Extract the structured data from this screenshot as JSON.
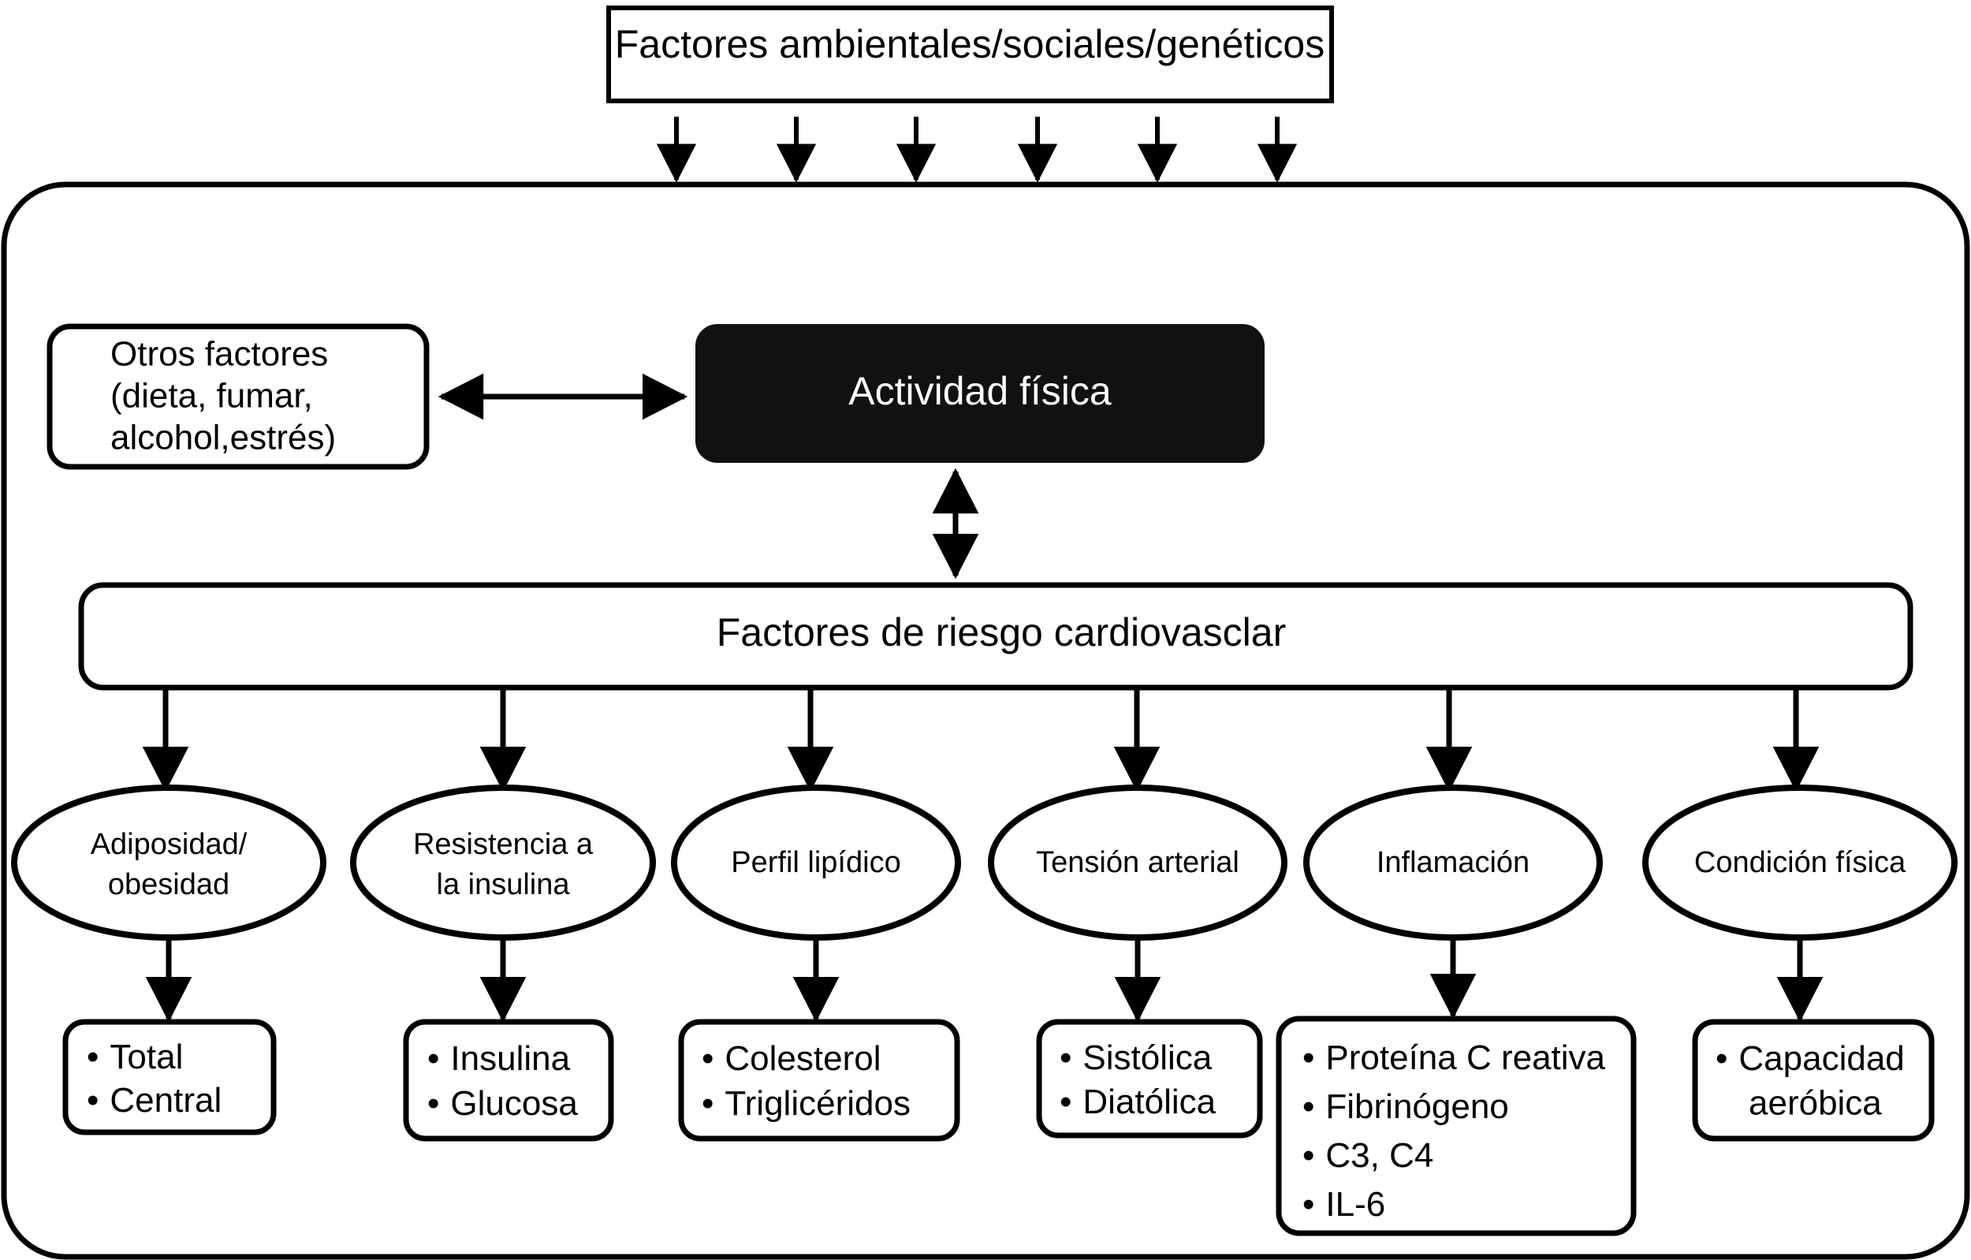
{
  "diagram": {
    "title_box": {
      "label": "Factores ambientales/sociales/genéticos"
    },
    "left_box": {
      "lines": [
        "Otros factores",
        "(dieta, fumar,",
        "alcohol,estrés)"
      ]
    },
    "activity_box": {
      "label": "Actividad física"
    },
    "risk_bar": {
      "label": "Factores de riesgo cardiovasclar"
    },
    "categories": [
      {
        "id": "adiposidad",
        "lines": [
          "Adiposidad/",
          "obesidad"
        ]
      },
      {
        "id": "resistencia-insulina",
        "lines": [
          "Resistencia a",
          "la insulina"
        ]
      },
      {
        "id": "perfil-lipidico",
        "lines": [
          "Perfil lipídico"
        ]
      },
      {
        "id": "tension-arterial",
        "lines": [
          "Tensión arterial"
        ]
      },
      {
        "id": "inflamacion",
        "lines": [
          "Inflamación"
        ]
      },
      {
        "id": "condicion-fisica",
        "lines": [
          "Condición física"
        ]
      }
    ],
    "measures": [
      {
        "id": "adiposidad-measures",
        "items": [
          "Total",
          "Central"
        ]
      },
      {
        "id": "insulina-measures",
        "items": [
          "Insulina",
          "Glucosa"
        ]
      },
      {
        "id": "lipidos-measures",
        "items": [
          "Colesterol",
          "Triglicéridos"
        ]
      },
      {
        "id": "tension-measures",
        "items": [
          "Sistólica",
          "Diatólica"
        ]
      },
      {
        "id": "inflamacion-measures",
        "items": [
          "Proteína C reativa",
          "Fibrinógeno",
          "C3, C4",
          "IL-6"
        ]
      },
      {
        "id": "condicion-measures",
        "items": [
          "Capacidad",
          "aeróbica"
        ]
      }
    ],
    "bullet_glyph": "•",
    "colors": {
      "stroke": "#000000",
      "background": "#ffffff",
      "activity_fill": "#111111",
      "activity_text": "#ffffff"
    },
    "arrow_counts": {
      "environmental_to_container": 6,
      "risk_to_categories": 6,
      "categories_to_measures": 6
    }
  }
}
